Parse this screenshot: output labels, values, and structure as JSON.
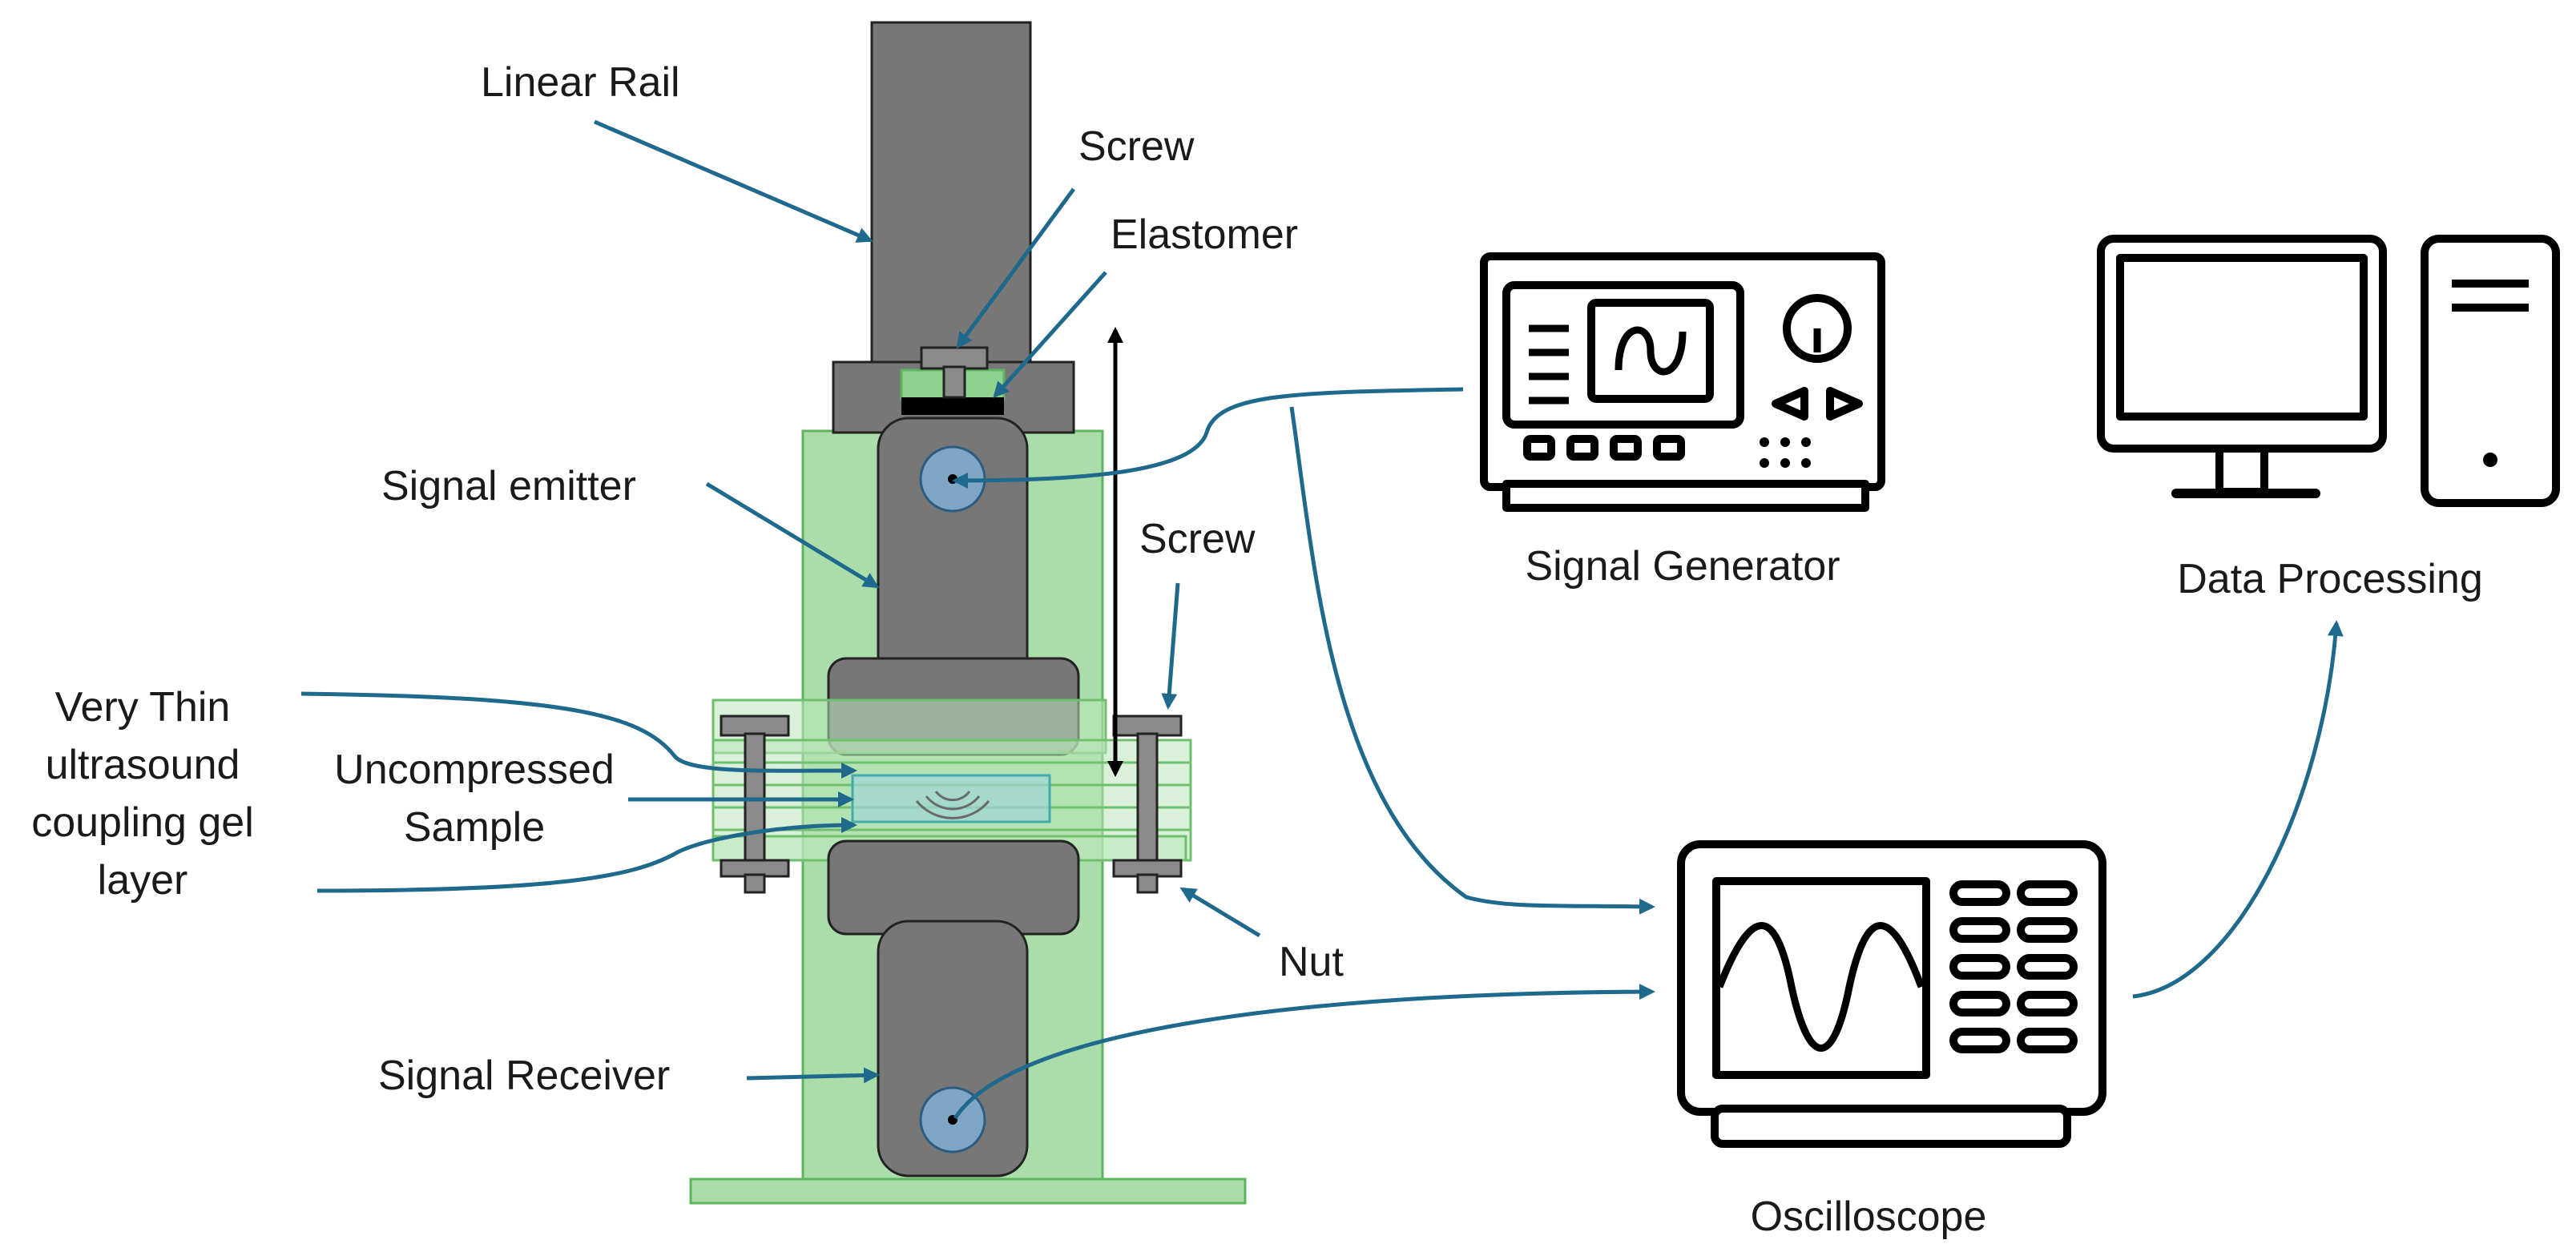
{
  "labels": {
    "linear_rail": "Linear Rail",
    "screw_top": "Screw",
    "elastomer": "Elastomer",
    "signal_emitter": "Signal emitter",
    "screw_side": "Screw",
    "thin_gel_1": "Very Thin",
    "thin_gel_2": "ultrasound",
    "thin_gel_3": "coupling gel",
    "thin_gel_4": "layer",
    "uncompressed_1": "Uncompressed",
    "uncompressed_2": "Sample",
    "nut": "Nut",
    "signal_receiver": "Signal Receiver",
    "signal_generator": "Signal Generator",
    "data_processing": "Data Processing",
    "oscilloscope": "Oscilloscope"
  },
  "colors": {
    "leader": "#1f6a8c",
    "holder_green": "#8fd18f",
    "metal_gray": "#777777",
    "transducer_blue": "#7fa6c4"
  },
  "icons": [
    "signal-generator-icon",
    "oscilloscope-icon",
    "computer-monitor-icon",
    "computer-tower-icon"
  ]
}
